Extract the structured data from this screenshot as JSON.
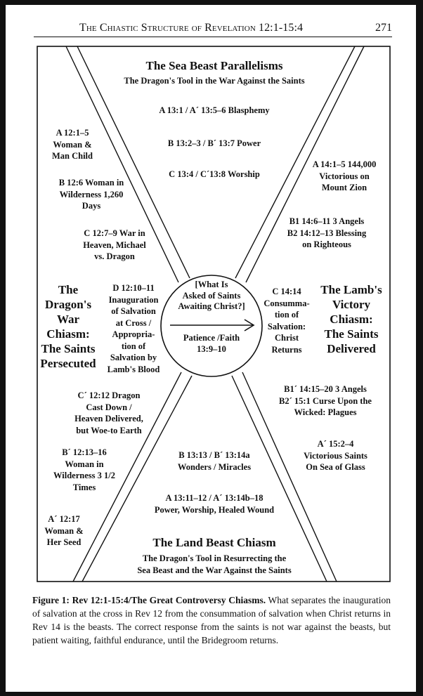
{
  "running_head": {
    "title": "The Chiastic Structure of Revelation 12:1-15:4",
    "page_number": "271"
  },
  "top_section": {
    "title": "The Sea Beast Parallelisms",
    "subtitle": "The Dragon's Tool in the War Against the Saints",
    "items": [
      "A 13:1 / A´ 13:5–6 Blasphemy",
      "B 13:2–3 / B´ 13:7 Power",
      "C 13:4 / C´13:8 Worship"
    ]
  },
  "left_section": {
    "heading": [
      "The",
      "Dragon's",
      "War",
      "Chiasm:",
      "The Saints",
      "Persecuted"
    ],
    "items": [
      {
        "lines": [
          "A 12:1–5",
          "Woman &",
          "Man Child"
        ]
      },
      {
        "lines": [
          "B 12:6 Woman in",
          "Wilderness 1,260",
          "Days"
        ]
      },
      {
        "lines": [
          "C 12:7–9 War in",
          "Heaven, Michael",
          "vs. Dragon"
        ]
      },
      {
        "lines": [
          "D 12:10–11",
          "Inauguration",
          "of Salvation",
          "at Cross /",
          "Appropria-",
          "tion of",
          "Salvation by",
          "Lamb's Blood"
        ]
      },
      {
        "lines": [
          "C´ 12:12 Dragon",
          "Cast Down /",
          "Heaven Delivered,",
          "but Woe-to Earth"
        ]
      },
      {
        "lines": [
          "B´ 12:13–16",
          "Woman in",
          "Wilderness 3 1/2",
          "Times"
        ]
      },
      {
        "lines": [
          "A´ 12:17",
          "Woman &",
          "Her Seed"
        ]
      }
    ]
  },
  "center": {
    "question": [
      "[What Is",
      "Asked of Saints",
      "Awaiting Christ?]"
    ],
    "answer": [
      "Patience /Faith",
      "13:9–10"
    ]
  },
  "right_section": {
    "heading": [
      "The Lamb's",
      "Victory",
      "Chiasm:",
      "The Saints",
      "Delivered"
    ],
    "items": [
      {
        "lines": [
          "A 14:1–5 144,000",
          "Victorious on",
          "Mount Zion"
        ]
      },
      {
        "lines": [
          "B1 14:6–11 3 Angels",
          "B2 14:12–13 Blessing",
          "on Righteous"
        ]
      },
      {
        "lines": [
          "C 14:14",
          "Consumma-",
          "tion of",
          "Salvation:",
          "Christ",
          "Returns"
        ]
      },
      {
        "lines": [
          "B1´ 14:15–20 3 Angels",
          "B2´ 15:1 Curse Upon the",
          "Wicked: Plagues"
        ]
      },
      {
        "lines": [
          "A´ 15:2–4",
          "Victorious Saints",
          "On Sea of Glass"
        ]
      }
    ]
  },
  "bottom_section": {
    "items": [
      {
        "lines": [
          "B 13:13 / B´ 13:14a",
          "Wonders / Miracles"
        ]
      },
      {
        "lines": [
          "A 13:11–12 / A´ 13:14b–18",
          "Power, Worship, Healed Wound"
        ]
      }
    ],
    "title": "The Land Beast Chiasm",
    "subtitle": [
      "The Dragon's Tool in Resurrecting the",
      "Sea Beast and the War Against the Saints"
    ]
  },
  "caption": {
    "label": "Figure 1: Rev 12:1-15:4/The Great Controversy Chiasms.",
    "text": " What separates the inauguration of salvation at the cross in Rev 12 from the consummation of salvation when Christ returns in Rev 14 is the beasts. The correct response from the saints is not war against the beasts, but patient waiting, faithful endurance, until the Bridegroom returns."
  }
}
